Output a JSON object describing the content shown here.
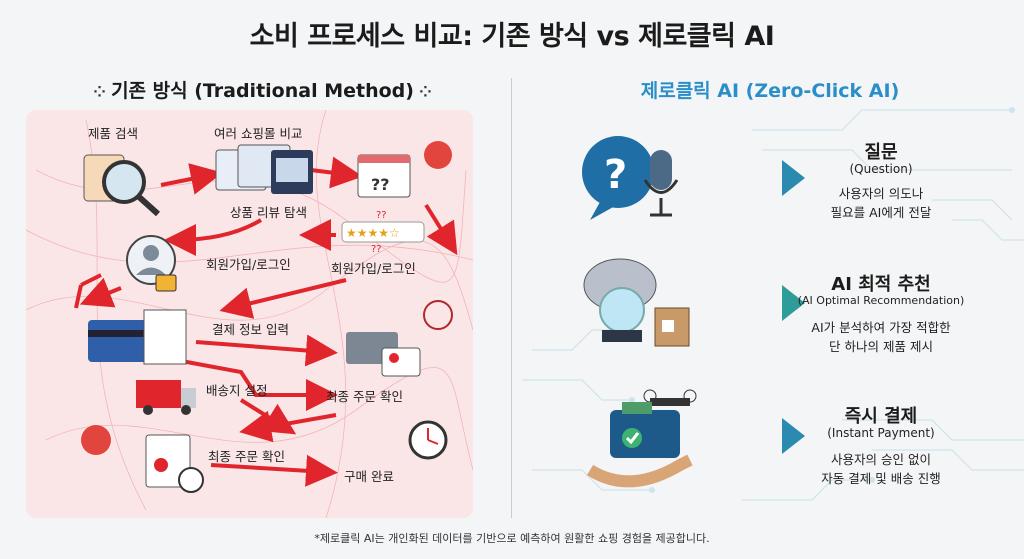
{
  "title": "소비 프로세스 비교: 기존 방식 vs 제로클릭 AI",
  "left": {
    "heading": "기존 방식 (Traditional Method)",
    "labels": {
      "product_search": "제품 검색",
      "compare_malls": "여러 쇼핑몰 비교",
      "review_explore": "상품 리뷰 탐색",
      "signup_login_a": "회원가입/로그인",
      "signup_login_b": "회원가입/로그인",
      "payment_info": "결제 정보 입력",
      "final_check_a": "최종 주문 확인",
      "shipping": "배송지 설정",
      "final_check_b": "최종 주문 확인",
      "purchase_done": "구매 완료"
    }
  },
  "right": {
    "heading": "제로클릭 AI (Zero-Click AI)",
    "steps": [
      {
        "title": "질문",
        "subtitle": "(Question)",
        "desc1": "사용자의 의도나",
        "desc2": "필요를 AI에게 전달"
      },
      {
        "title": "AI 최적 추천",
        "subtitle": "(AI Optimal Recommendation)",
        "desc1": "AI가 분석하여 가장 적합한",
        "desc2": "단 하나의 제품 제시"
      },
      {
        "title": "즉시 결제",
        "subtitle": "(Instant Payment)",
        "desc1": "사용자의 승인 없이",
        "desc2": "자동 결제 및 배송 진행"
      }
    ]
  },
  "footnote": "*제로클릭 AI는 개인화된 데이터를 기반으로 예측하여 원활한 쇼핑 경험을 제공합니다.",
  "colors": {
    "accent_blue": "#2a8ec9",
    "teal": "#2f9c9a",
    "arrow_red": "#e0262c",
    "panel_pink": "#fbe6e7"
  }
}
